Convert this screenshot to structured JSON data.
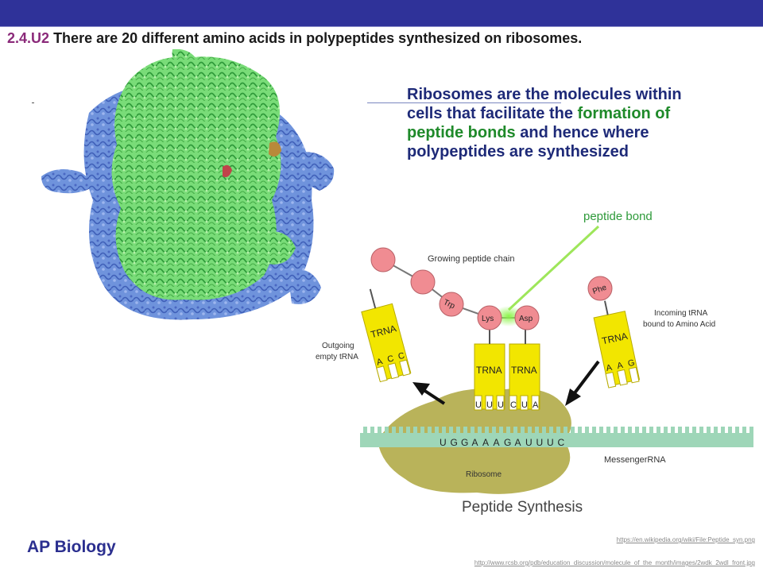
{
  "slide": {
    "title_code": "2.4.U2",
    "title_text": "There are 20 different amino acids in polypeptides synthesized on ribosomes.",
    "footer": "AP Biology"
  },
  "description": {
    "part1": "Ribosomes are the molecules within cells that facilitate the",
    "highlight": "formation of peptide bonds",
    "part2": "and hence where polypeptides are synthesized"
  },
  "diagram": {
    "peptide_bond_label": "peptide bond",
    "growing_chain_label": "Growing peptide chain",
    "incoming_label_1": "Incoming  tRNA",
    "incoming_label_2": "bound to Amino Acid",
    "outgoing_label_1": "Outgoing",
    "outgoing_label_2": "empty tRNA",
    "messenger_label": "MessengerRNA",
    "ribosome_label": "Ribosome",
    "caption": "Peptide Synthesis",
    "trna_label": "TRNA",
    "amino_acids": [
      "Trp",
      "Lys",
      "Asp",
      "Phe"
    ],
    "mrna_sequence": "UGGAAAGAUUUC",
    "anticodon_outgoing": [
      "A",
      "C",
      "C"
    ],
    "anticodon_left_site": [
      "U",
      "U",
      "U"
    ],
    "anticodon_right_site": [
      "C",
      "U",
      "A"
    ],
    "anticodon_incoming": [
      "A",
      "A",
      "G"
    ]
  },
  "sources": {
    "url1": "https://en.wikipedia.org/wiki/File:Peptide_syn.png",
    "url2": "http://www.rcsb.org/pdb/education_discussion/molecule_of_the_month/images/2wdk_2wdl_front.jpg"
  },
  "colors": {
    "header_bar": "#2f3299",
    "title_code": "#8b2a7a",
    "description_text": "#1e2a78",
    "highlight": "#1f8a2a",
    "ribosome_large_subunit": "#6f93dc",
    "ribosome_small_subunit": "#7de07a",
    "trna": "#f2e600",
    "amino_acid": "#f08c92",
    "ribosome_body": "#b9b35a",
    "mrna": "#9ed6b8"
  }
}
